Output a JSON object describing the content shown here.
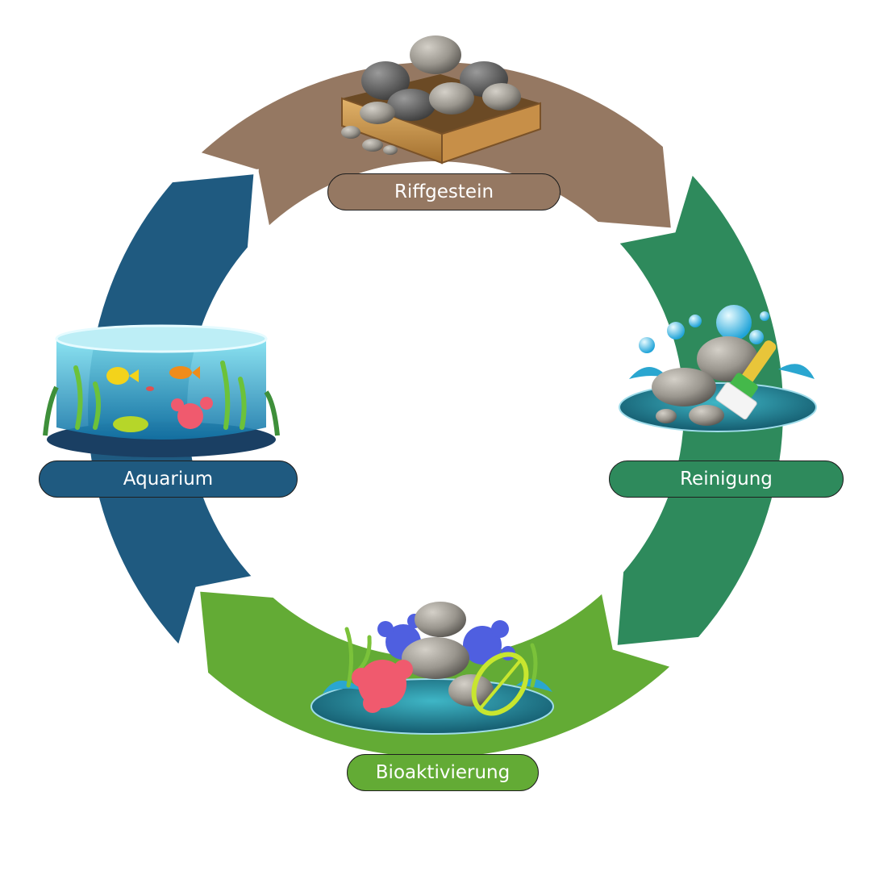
{
  "diagram": {
    "stages": [
      {
        "id": "riffgestein",
        "label": "Riffgestein",
        "color": "#957862",
        "icon": "rock-box-icon"
      },
      {
        "id": "reinigung",
        "label": "Reinigung",
        "color": "#2e8a5c",
        "icon": "rock-cleaning-icon"
      },
      {
        "id": "bioaktivierung",
        "label": "Bioaktivierung",
        "color": "#63ab35",
        "icon": "coral-reef-icon"
      },
      {
        "id": "aquarium",
        "label": "Aquarium",
        "color": "#1f5a80",
        "icon": "aquarium-tank-icon"
      }
    ]
  }
}
